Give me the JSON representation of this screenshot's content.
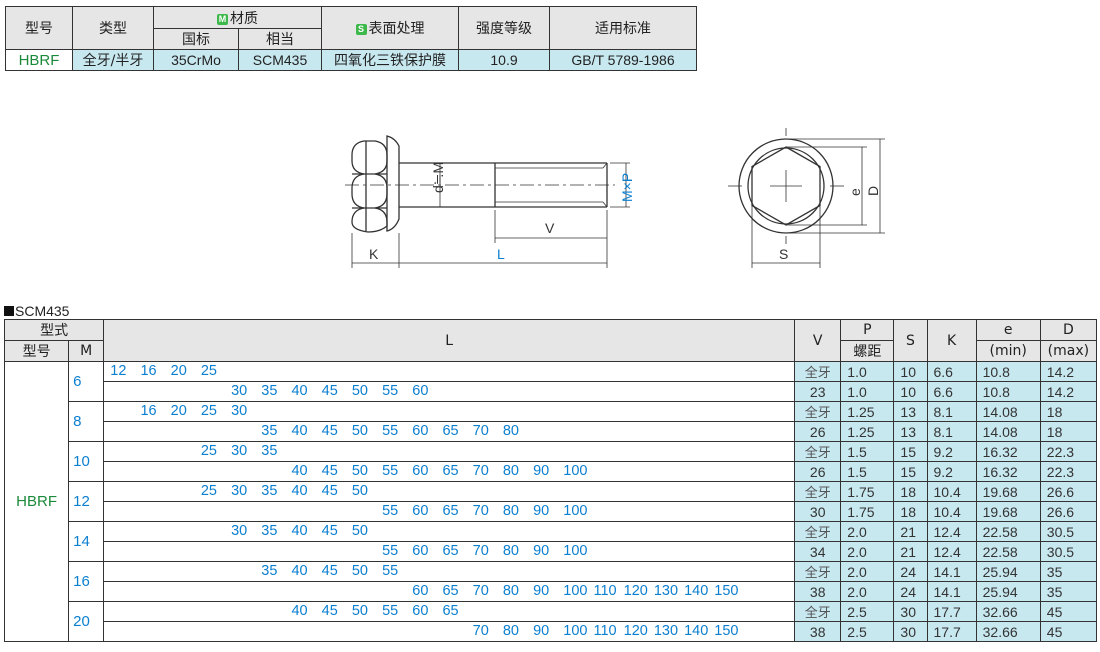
{
  "spec_table": {
    "headers": {
      "model": "型号",
      "type": "类型",
      "material_badge": "M",
      "material": "材质",
      "material_sub1": "国标",
      "material_sub2": "相当",
      "surface_badge": "S",
      "surface": "表面处理",
      "grade": "强度等级",
      "standard": "适用标准"
    },
    "row": {
      "model": "HBRF",
      "type": "全牙/半牙",
      "material_gb": "35CrMo",
      "material_eq": "SCM435",
      "surface": "四氧化三铁保护膜",
      "grade": "10.9",
      "standard": "GB/T 5789-1986"
    }
  },
  "drawing": {
    "label_d_m": "d≒M",
    "label_mxp": "M×P",
    "label_v": "V",
    "label_k": "K",
    "label_l": "L",
    "label_e": "e",
    "label_D": "D",
    "label_s": "S",
    "accent_color": "#0b7fd0"
  },
  "section_title": "SCM435",
  "main_table": {
    "headers": {
      "type_form": "型式",
      "model": "型号",
      "m": "M",
      "l": "L",
      "v": "V",
      "p": "P",
      "p_sub": "螺距",
      "s": "S",
      "k": "K",
      "e": "e",
      "e_sub": "(min)",
      "d": "D",
      "d_sub": "(max)"
    },
    "model": "HBRF",
    "l_columns": [
      "12",
      "16",
      "20",
      "25",
      "30",
      "35",
      "40",
      "45",
      "50",
      "55",
      "60",
      "65",
      "70",
      "80",
      "90",
      "100",
      "110",
      "120",
      "130",
      "140",
      "150"
    ],
    "groups": [
      {
        "m": "6",
        "rows": [
          {
            "lengths": [
              "12",
              "16",
              "20",
              "25"
            ],
            "v": "全牙",
            "p": "1.0",
            "s": "10",
            "k": "6.6",
            "e": "10.8",
            "d": "14.2"
          },
          {
            "lengths": [
              "30",
              "35",
              "40",
              "45",
              "50",
              "55",
              "60"
            ],
            "v": "23",
            "p": "1.0",
            "s": "10",
            "k": "6.6",
            "e": "10.8",
            "d": "14.2"
          }
        ]
      },
      {
        "m": "8",
        "rows": [
          {
            "lengths": [
              "16",
              "20",
              "25",
              "30"
            ],
            "v": "全牙",
            "p": "1.25",
            "s": "13",
            "k": "8.1",
            "e": "14.08",
            "d": "18"
          },
          {
            "lengths": [
              "35",
              "40",
              "45",
              "50",
              "55",
              "60",
              "65",
              "70",
              "80"
            ],
            "v": "26",
            "p": "1.25",
            "s": "13",
            "k": "8.1",
            "e": "14.08",
            "d": "18"
          }
        ]
      },
      {
        "m": "10",
        "rows": [
          {
            "lengths": [
              "25",
              "30",
              "35"
            ],
            "v": "全牙",
            "p": "1.5",
            "s": "15",
            "k": "9.2",
            "e": "16.32",
            "d": "22.3"
          },
          {
            "lengths": [
              "40",
              "45",
              "50",
              "55",
              "60",
              "65",
              "70",
              "80",
              "90",
              "100"
            ],
            "v": "26",
            "p": "1.5",
            "s": "15",
            "k": "9.2",
            "e": "16.32",
            "d": "22.3"
          }
        ]
      },
      {
        "m": "12",
        "rows": [
          {
            "lengths": [
              "25",
              "30",
              "35",
              "40",
              "45",
              "50"
            ],
            "v": "全牙",
            "p": "1.75",
            "s": "18",
            "k": "10.4",
            "e": "19.68",
            "d": "26.6"
          },
          {
            "lengths": [
              "55",
              "60",
              "65",
              "70",
              "80",
              "90",
              "100"
            ],
            "v": "30",
            "p": "1.75",
            "s": "18",
            "k": "10.4",
            "e": "19.68",
            "d": "26.6"
          }
        ]
      },
      {
        "m": "14",
        "rows": [
          {
            "lengths": [
              "30",
              "35",
              "40",
              "45",
              "50"
            ],
            "v": "全牙",
            "p": "2.0",
            "s": "21",
            "k": "12.4",
            "e": "22.58",
            "d": "30.5"
          },
          {
            "lengths": [
              "55",
              "60",
              "65",
              "70",
              "80",
              "90",
              "100"
            ],
            "v": "34",
            "p": "2.0",
            "s": "21",
            "k": "12.4",
            "e": "22.58",
            "d": "30.5"
          }
        ]
      },
      {
        "m": "16",
        "rows": [
          {
            "lengths": [
              "35",
              "40",
              "45",
              "50",
              "55"
            ],
            "v": "全牙",
            "p": "2.0",
            "s": "24",
            "k": "14.1",
            "e": "25.94",
            "d": "35"
          },
          {
            "lengths": [
              "60",
              "65",
              "70",
              "80",
              "90",
              "100",
              "110",
              "120",
              "130",
              "140",
              "150"
            ],
            "v": "38",
            "p": "2.0",
            "s": "24",
            "k": "14.1",
            "e": "25.94",
            "d": "35"
          }
        ]
      },
      {
        "m": "20",
        "rows": [
          {
            "lengths": [
              "40",
              "45",
              "50",
              "55",
              "60",
              "65"
            ],
            "v": "全牙",
            "p": "2.5",
            "s": "30",
            "k": "17.7",
            "e": "32.66",
            "d": "45"
          },
          {
            "lengths": [
              "70",
              "80",
              "90",
              "100",
              "110",
              "120",
              "130",
              "140",
              "150"
            ],
            "v": "38",
            "p": "2.5",
            "s": "30",
            "k": "17.7",
            "e": "32.66",
            "d": "45"
          }
        ]
      }
    ]
  }
}
